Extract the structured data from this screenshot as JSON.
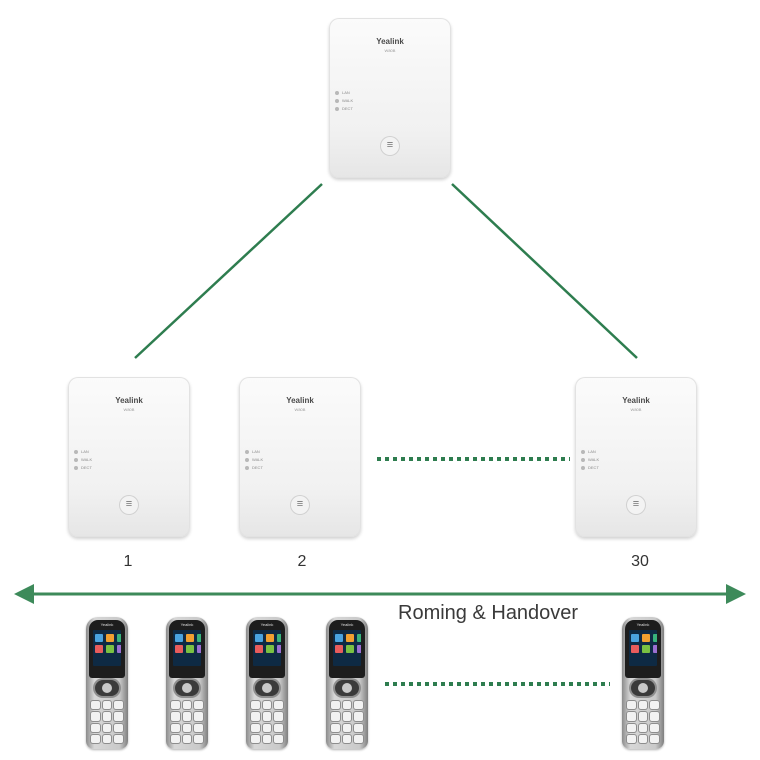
{
  "diagram": {
    "base_station": {
      "brand": "Yealink",
      "model": "W80B",
      "leds": [
        "LAN",
        "WALK",
        "DECT"
      ]
    },
    "handset_brand": "Yealink",
    "base_labels": [
      "1",
      "2",
      "30"
    ],
    "roaming_label": "Roming & Handover",
    "colors": {
      "connector": "#2e7d4f",
      "arrow": "#3d8a5a",
      "handset_screen": "#0e2a44"
    },
    "icons": [
      "double-arrow-icon",
      "menu-button-icon",
      "dotted-continuation-icon"
    ]
  }
}
